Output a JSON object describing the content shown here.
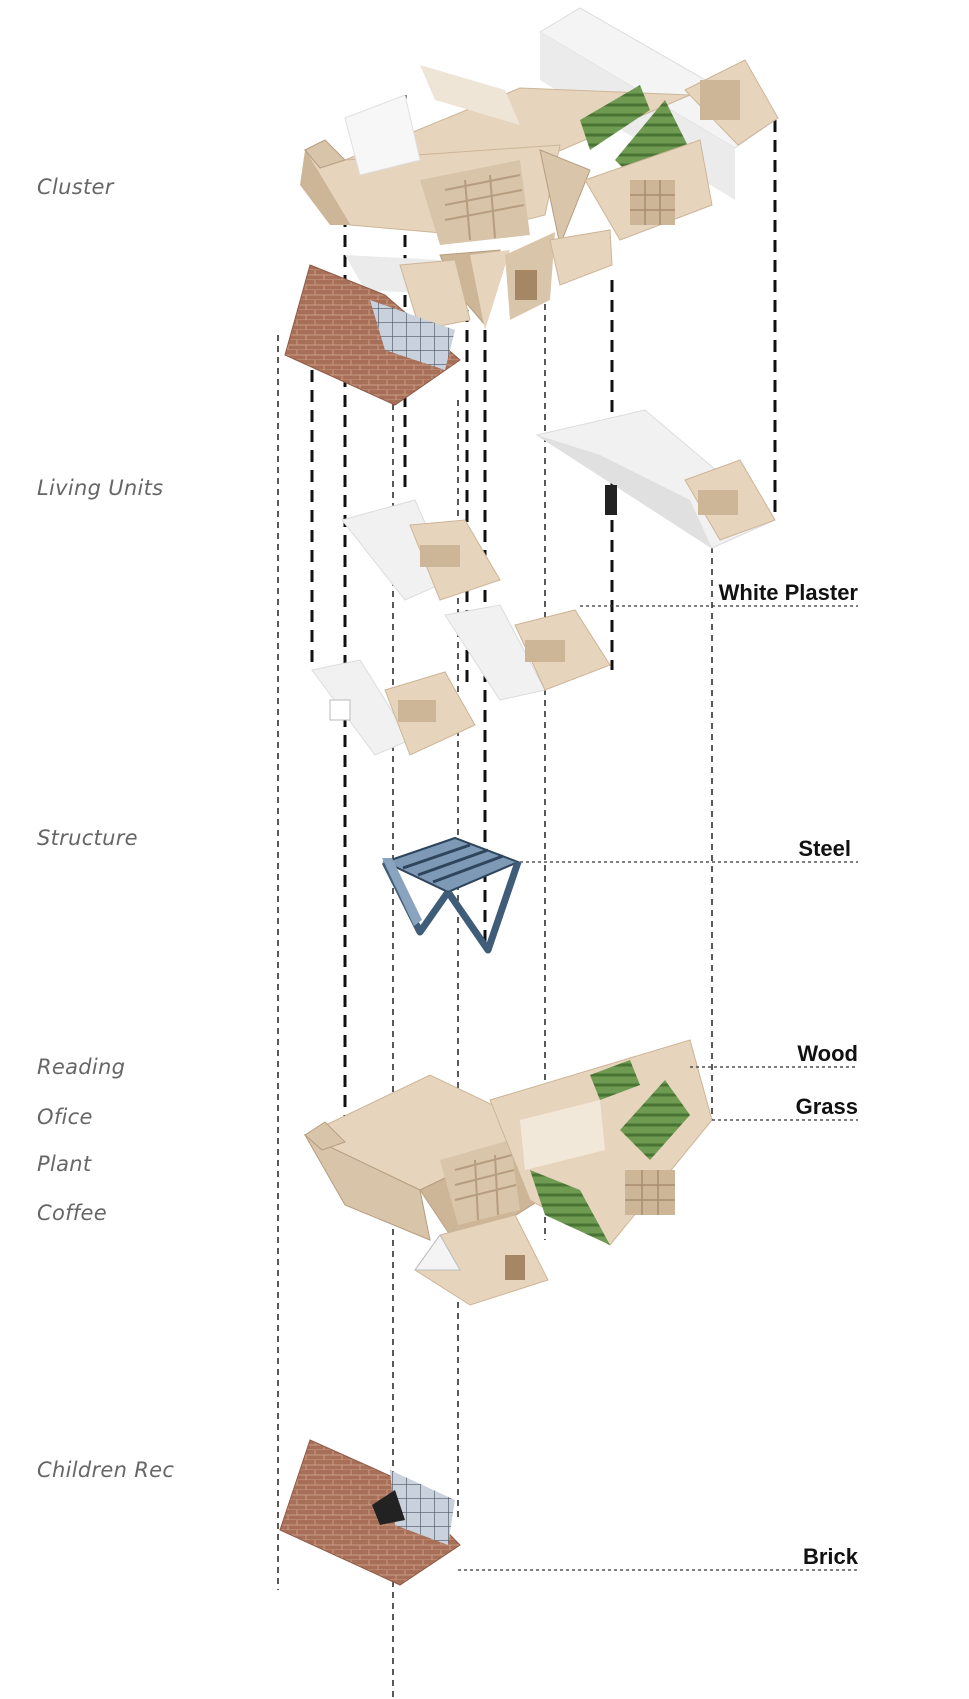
{
  "categories": {
    "cluster": "Cluster",
    "living_units": "Living Units",
    "structure": "Structure",
    "reading": "Reading",
    "ofice": "Ofice",
    "plant": "Plant",
    "coffee": "Coffee",
    "children_rec": "Children Rec"
  },
  "materials": {
    "white_plaster": "White Plaster",
    "steel": "Steel",
    "wood": "Wood",
    "grass": "Grass",
    "brick": "Brick"
  },
  "colors": {
    "wood": "#e6d4bd",
    "wood_dark": "#cdb597",
    "wood_shadow": "#b79d80",
    "plaster": "#f4f4f4",
    "plaster_shade": "#e0e0e0",
    "brick": "#a86f58",
    "brick_light": "#bf8a72",
    "grass": "#5f8a45",
    "steel": "#3f5c78",
    "steel_light": "#7d99b5",
    "glass": "#c9d1dd",
    "label_gray": "#666666"
  },
  "icons": {
    "explode_lines": "dashed-vertical-guides",
    "leader_lines": "dotted-horizontal-leaders"
  }
}
